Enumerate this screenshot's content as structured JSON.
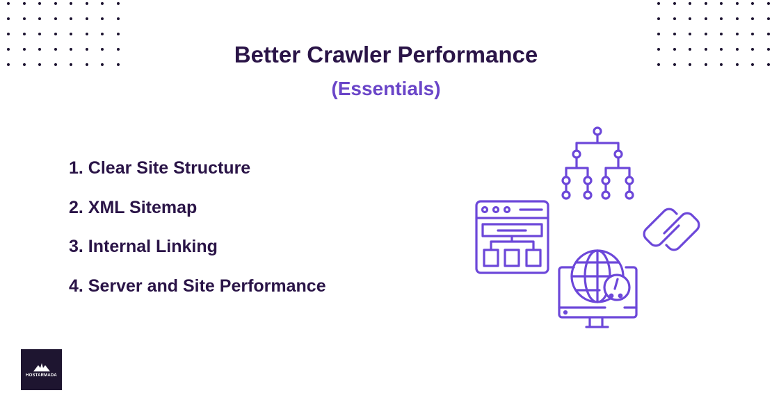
{
  "title": "Better Crawler Performance",
  "subtitle": "(Essentials)",
  "items": [
    {
      "label": "1. Clear Site Structure"
    },
    {
      "label": "2. XML Sitemap"
    },
    {
      "label": "3. Internal Linking"
    },
    {
      "label": "4. Server and Site Performance"
    }
  ],
  "logo": {
    "text": "HOSTARMADA"
  },
  "colors": {
    "title": "#2a1447",
    "accent": "#6a45c8",
    "icon": "#6c47d9"
  },
  "icons": [
    "site-hierarchy-icon",
    "sitemap-window-icon",
    "link-chain-icon",
    "globe-monitor-speed-icon"
  ]
}
